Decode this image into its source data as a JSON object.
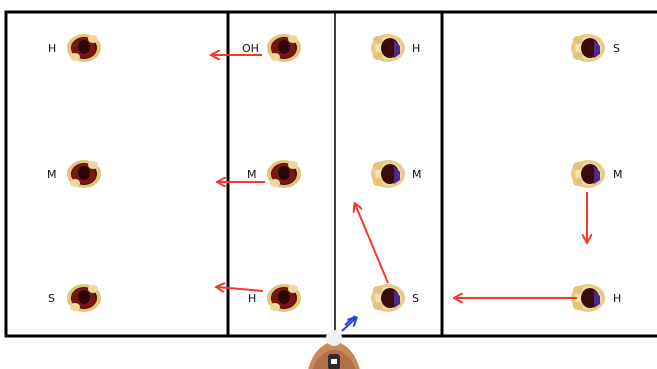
{
  "diagram": {
    "left_side_players": [
      {
        "label": "H"
      },
      {
        "label": "M"
      },
      {
        "label": "S"
      }
    ],
    "rotation_players": [
      {
        "label": "OH"
      },
      {
        "label": "M"
      },
      {
        "label": "H"
      }
    ],
    "center_players": [
      {
        "label": "H"
      },
      {
        "label": "M"
      },
      {
        "label": "S"
      }
    ],
    "right_side_players": [
      {
        "label": "S"
      },
      {
        "label": "M"
      },
      {
        "label": "H"
      }
    ],
    "colors": {
      "court_line": "#000000",
      "arrow": "#f03a2c",
      "blue_arrow": "#2a3fd8",
      "player_dark": "#3a0a0a",
      "player_red": "#b3201a",
      "player_ring": "#e2c37a",
      "player_purple": "#4b2a8c"
    },
    "icons": [
      "player-icon",
      "coach-icon",
      "movement-arrow"
    ]
  }
}
